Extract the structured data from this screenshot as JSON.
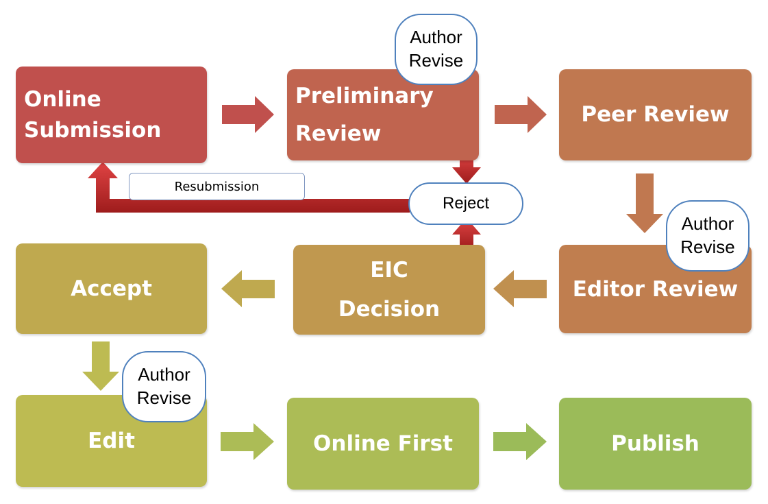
{
  "nodes": {
    "online_submission": {
      "lines": [
        "Online",
        "Submission"
      ],
      "color": "#c0504d"
    },
    "preliminary_review": {
      "lines": [
        "Preliminary",
        "Review"
      ],
      "color": "#c0644f"
    },
    "peer_review": {
      "lines": [
        "Peer Review"
      ],
      "color": "#c07850"
    },
    "editor_review": {
      "lines": [
        "Editor Review"
      ],
      "color": "#c07e4f"
    },
    "eic_decision": {
      "lines": [
        "EIC",
        "Decision"
      ],
      "color": "#c0984f"
    },
    "accept": {
      "lines": [
        "Accept"
      ],
      "color": "#bfa94f"
    },
    "edit": {
      "lines": [
        "Edit"
      ],
      "color": "#bdbb52"
    },
    "online_first": {
      "lines": [
        "Online First"
      ],
      "color": "#acbc56"
    },
    "publish": {
      "lines": [
        "Publish"
      ],
      "color": "#9bbb59"
    }
  },
  "reject": {
    "label": "Reject"
  },
  "resubmission": {
    "label": "Resubmission"
  },
  "author_revise": [
    {
      "lines": [
        "Author",
        "Revise"
      ]
    },
    {
      "lines": [
        "Author",
        "Revise"
      ]
    },
    {
      "lines": [
        "Author",
        "Revise"
      ]
    }
  ],
  "colors": {
    "bubble_border": "#4f81bd",
    "reject_arrow": "#c0282a",
    "arrow_red": "#c0504d",
    "arrow_orange": "#c07850",
    "arrow_gold": "#c0984f",
    "arrow_olive": "#bdbb52",
    "arrow_green": "#9bbb59"
  }
}
